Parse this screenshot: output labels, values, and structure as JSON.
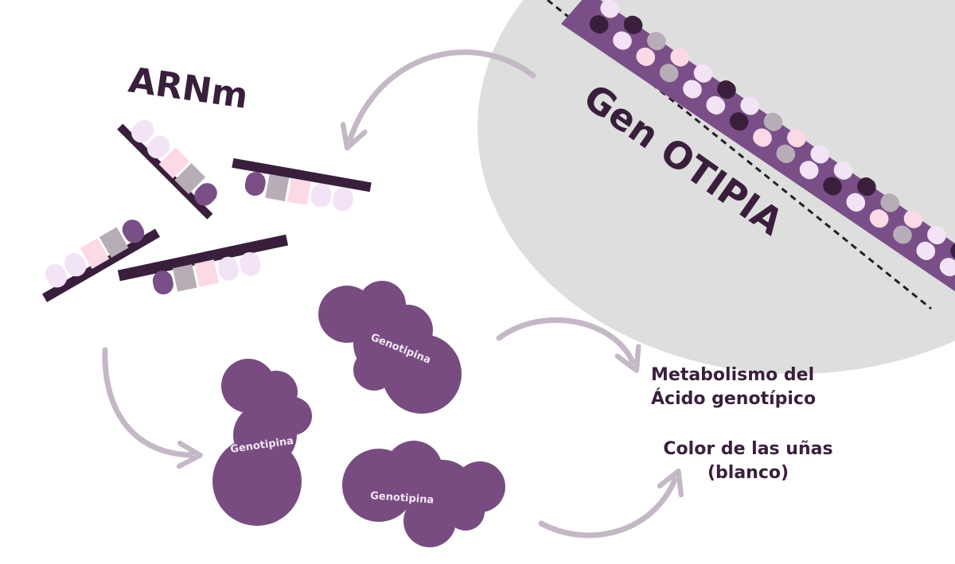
{
  "labels": {
    "mrna": "ARNm",
    "gene": "Gen OTIPIA",
    "protein_1": "Genotipina",
    "protein_2": "Genotipina",
    "protein_3": "Genotipina",
    "effect_1_line_1": "Metabolismo del",
    "effect_1_line_2": "Ácido genotípico",
    "effect_2_line_1": "Color de las uñas",
    "effect_2_line_2": "(blanco)"
  },
  "colors": {
    "nucleus": "#dedede",
    "strand": "#3a1f3d",
    "dna_backbone": "#7a4f88",
    "protein": "#784c81",
    "arrow": "#c4b8c6",
    "base_light": "#f3e3f6",
    "base_pink": "#fbd9e5",
    "base_gray": "#b7adb7",
    "base_purple": "#7a4f88",
    "base_dark": "#3a1f3d"
  },
  "icons": {
    "flow_arrows": "curved-arrow-icon",
    "proteins": "protein-blob-icon"
  }
}
